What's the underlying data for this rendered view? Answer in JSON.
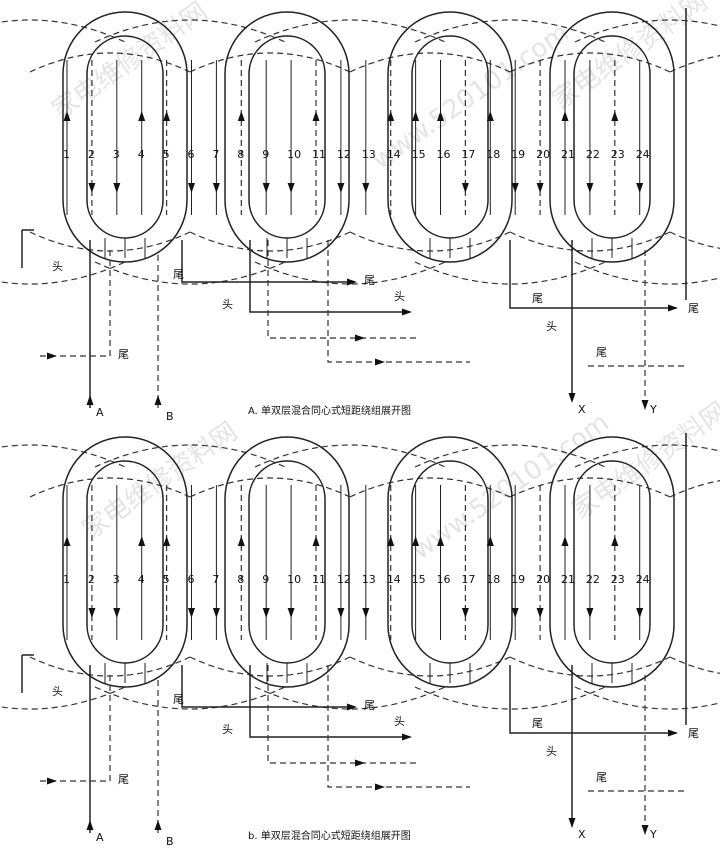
{
  "panels": [
    {
      "id": "a",
      "caption": "A. 单双层混合同心式短距绕组展开图",
      "slots": [
        "1",
        "2",
        "3",
        "4",
        "5",
        "6",
        "7",
        "8",
        "9",
        "10",
        "11",
        "12",
        "13",
        "14",
        "15",
        "16",
        "17",
        "18",
        "19",
        "20",
        "21",
        "22",
        "23",
        "24"
      ],
      "head_label": "头",
      "tail_label": "尾",
      "terminals": [
        "A",
        "B",
        "X",
        "Y"
      ]
    },
    {
      "id": "b",
      "caption": "b. 单双层混合同心式短距绕组展开图",
      "slots": [
        "1",
        "2",
        "3",
        "4",
        "5",
        "6",
        "7",
        "8",
        "9",
        "10",
        "11",
        "12",
        "13",
        "14",
        "15",
        "16",
        "17",
        "18",
        "19",
        "20",
        "21",
        "22",
        "23",
        "24"
      ],
      "head_label": "头",
      "tail_label": "尾",
      "terminals": [
        "A",
        "B",
        "X",
        "Y"
      ]
    }
  ],
  "watermarks": [
    "家电维修资料网",
    "www.520101.com"
  ]
}
